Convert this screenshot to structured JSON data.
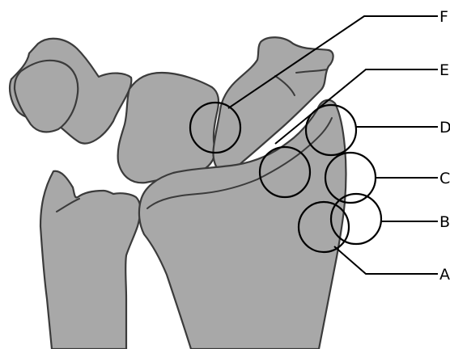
{
  "labels": {
    "a": "A",
    "b": "B",
    "c": "C",
    "d": "D",
    "e": "E",
    "f": "F"
  },
  "colors": {
    "bone_fill": "#a8a8a8",
    "bone_outline": "#3b3b3b",
    "annotation": "#000000",
    "background": "#ffffff"
  }
}
